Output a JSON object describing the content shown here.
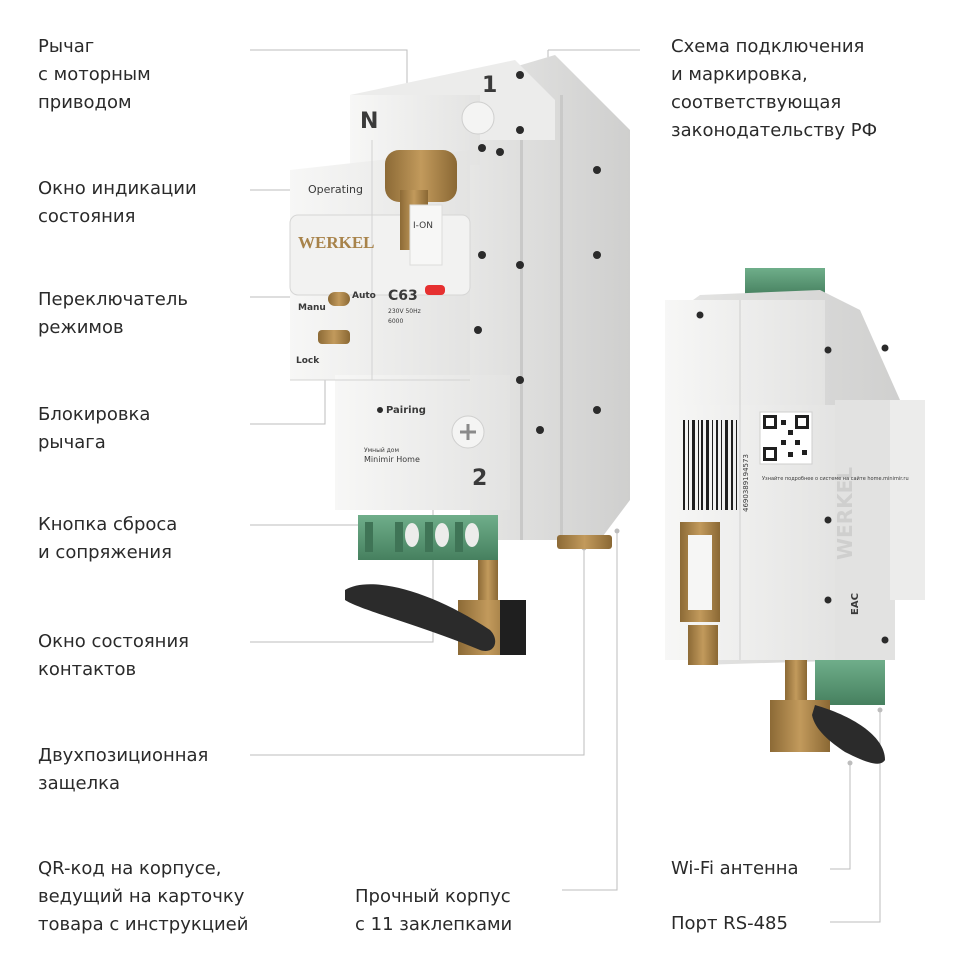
{
  "callouts": {
    "lever": "Рычаг\nс моторным\nприводом",
    "status_window": "Окно индикации\nсостояния",
    "mode_switch": "Переключатель\nрежимов",
    "lever_lock": "Блокировка\nрычага",
    "reset_button": "Кнопка сброса\nи сопряжения",
    "contacts_window": "Окно состояния\nконтактов",
    "latch": "Двухпозиционная\nзащелка",
    "qr_code": "QR-код на корпусе,\nведущий на карточку\nтовара с инструкцией",
    "body": "Прочный корпус\nс 11 заклепками",
    "wiring": "Схема подключения\nи маркировка,\nсоответствующая\nзаконодательству РФ",
    "wifi": "Wi-Fi антенна",
    "rs485": "Порт RS-485"
  },
  "device": {
    "terminal_n": "N",
    "terminal_1": "1",
    "terminal_2": "2",
    "operating": "Operating",
    "brand": "WERKEL",
    "ion": "I-ON",
    "rating": "C63",
    "specs": "230V 50Hz",
    "breaking": "6000",
    "manu": "Manu",
    "auto": "Auto",
    "lock": "Lock",
    "pairing": "Pairing",
    "smart_home": "Умный дом",
    "minimir": "Minimir Home",
    "back_brand": "WERKEL",
    "eac": "EAC",
    "barcode_digits": "4690389194573",
    "qr_caption": "Узнайте подробнее\nо системе на сайте\nhome.minimir.ru"
  },
  "colors": {
    "body": "#efefee",
    "body_shade": "#dcdcdb",
    "brass": "#a8834a",
    "terminal_green": "#5a9a77",
    "antenna": "#2b2b2b",
    "leader": "#b8b8b8",
    "red_indicator": "#e63030"
  }
}
